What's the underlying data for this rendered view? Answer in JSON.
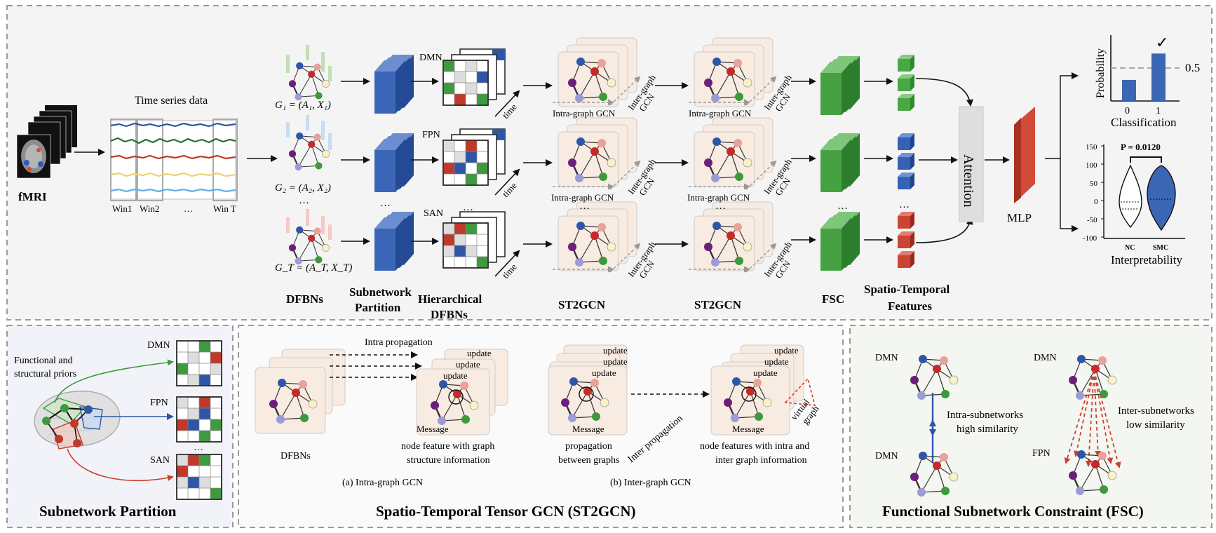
{
  "top": {
    "fmri_label": "fMRI",
    "timeseries_title": "Time series data",
    "win_labels": [
      "Win1",
      "Win2",
      "…",
      "Win T"
    ],
    "graph_labels": [
      "G₁ = (A₁, X₁)",
      "G₂ = (A₂, X₂)",
      "G_T = (A_T, X_T)"
    ],
    "dots": "…",
    "stage_labels": {
      "dfbns": "DFBNs",
      "subnetwork_1": "Subnetwork",
      "subnetwork_2": "Partition",
      "hier_1": "Hierarchical",
      "hier_2": "DFBNs",
      "st2gcn_1": "ST2GCN",
      "st2gcn_2": "ST2GCN",
      "fsc": "FSC",
      "stf_1": "Spatio-Temporal",
      "stf_2": "Features",
      "mlp": "MLP",
      "attention": "Attention"
    },
    "subnet_names": [
      "DMN",
      "FPN",
      "SAN"
    ],
    "time_label": "time",
    "intra_label": "Intra-graph GCN",
    "inter_label_1": "Inter-graph",
    "inter_label_2": "GCN",
    "classification": {
      "ylabel": "Probability",
      "title": "Classification",
      "threshold_label": "0.5",
      "checkmark": "✓",
      "categories": [
        "0",
        "1"
      ],
      "values": [
        0.32,
        0.72
      ],
      "threshold": 0.5
    },
    "interpretability": {
      "title": "Interpretability",
      "pvalue": "P = 0.0120",
      "groups": [
        "NC",
        "SMC"
      ],
      "yticks": [
        "150",
        "100",
        "50",
        "0",
        "-50",
        "-100"
      ]
    }
  },
  "bottom_left": {
    "title": "Subnetwork Partition",
    "priors_1": "Functional and",
    "priors_2": "structural priors",
    "subnets": [
      "DMN",
      "FPN",
      "SAN"
    ],
    "dots": "…"
  },
  "bottom_mid": {
    "title": "Spatio-Temporal Tensor GCN (ST2GCN)",
    "intra_propagation": "Intra propagation",
    "update": "update",
    "message": "Message",
    "dfbns": "DFBNs",
    "node_feat_1": "node feature with graph",
    "node_feat_2": "structure information",
    "caption_a": "(a) Intra-graph GCN",
    "propagation_1": "propagation",
    "propagation_2": "between graphs",
    "inter_propagation": "Inter propagation",
    "virtual_1": "virtual",
    "virtual_2": "graph",
    "node_feat_3": "node features with intra and",
    "node_feat_4": "inter graph information",
    "caption_b": "(b) Inter-graph GCN"
  },
  "bottom_right": {
    "title": "Functional Subnetwork Constraint (FSC)",
    "dmn": "DMN",
    "fpn": "FPN",
    "intra_1": "Intra-subnetworks",
    "intra_2": "high similarity",
    "inter_1": "Inter-subnetworks",
    "inter_2": "low similarity"
  }
}
